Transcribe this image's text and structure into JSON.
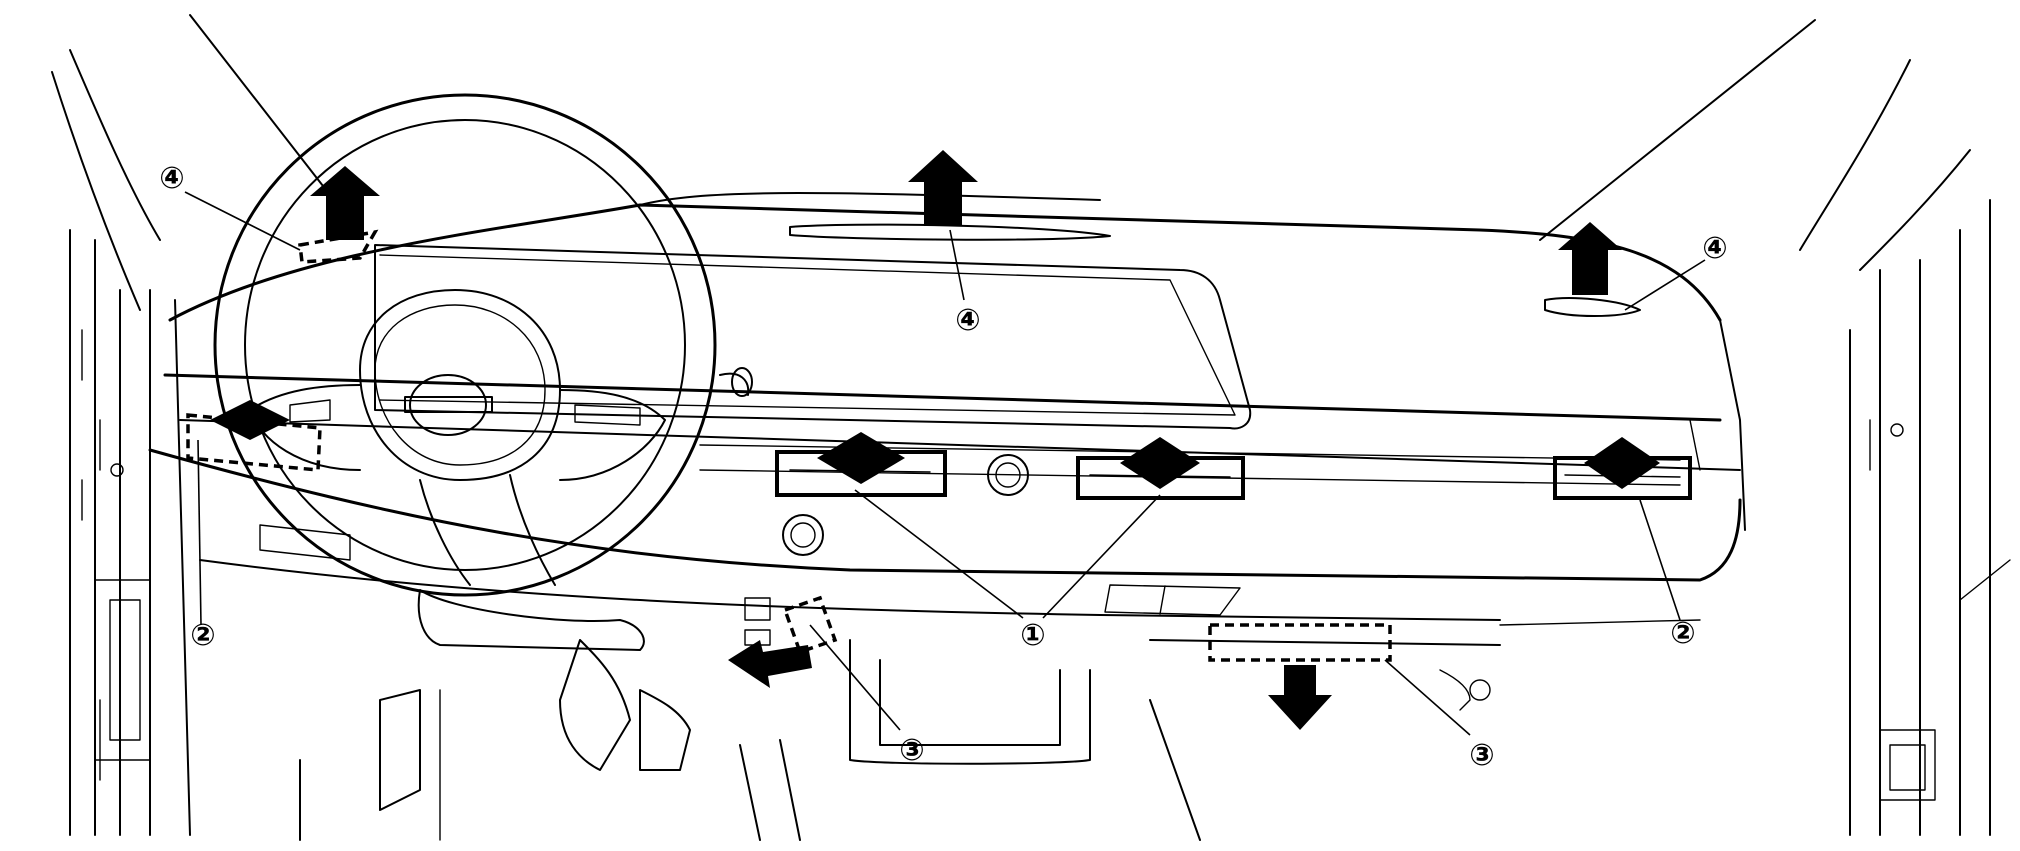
{
  "callouts": {
    "c1": "①",
    "c2": "②",
    "c3": "③",
    "c4": "④"
  },
  "colors": {
    "line": "#000000",
    "background": "#ffffff"
  },
  "icons": {
    "pull_direction": "arrow-icon",
    "clip_location": "dashed-clip-outline"
  }
}
